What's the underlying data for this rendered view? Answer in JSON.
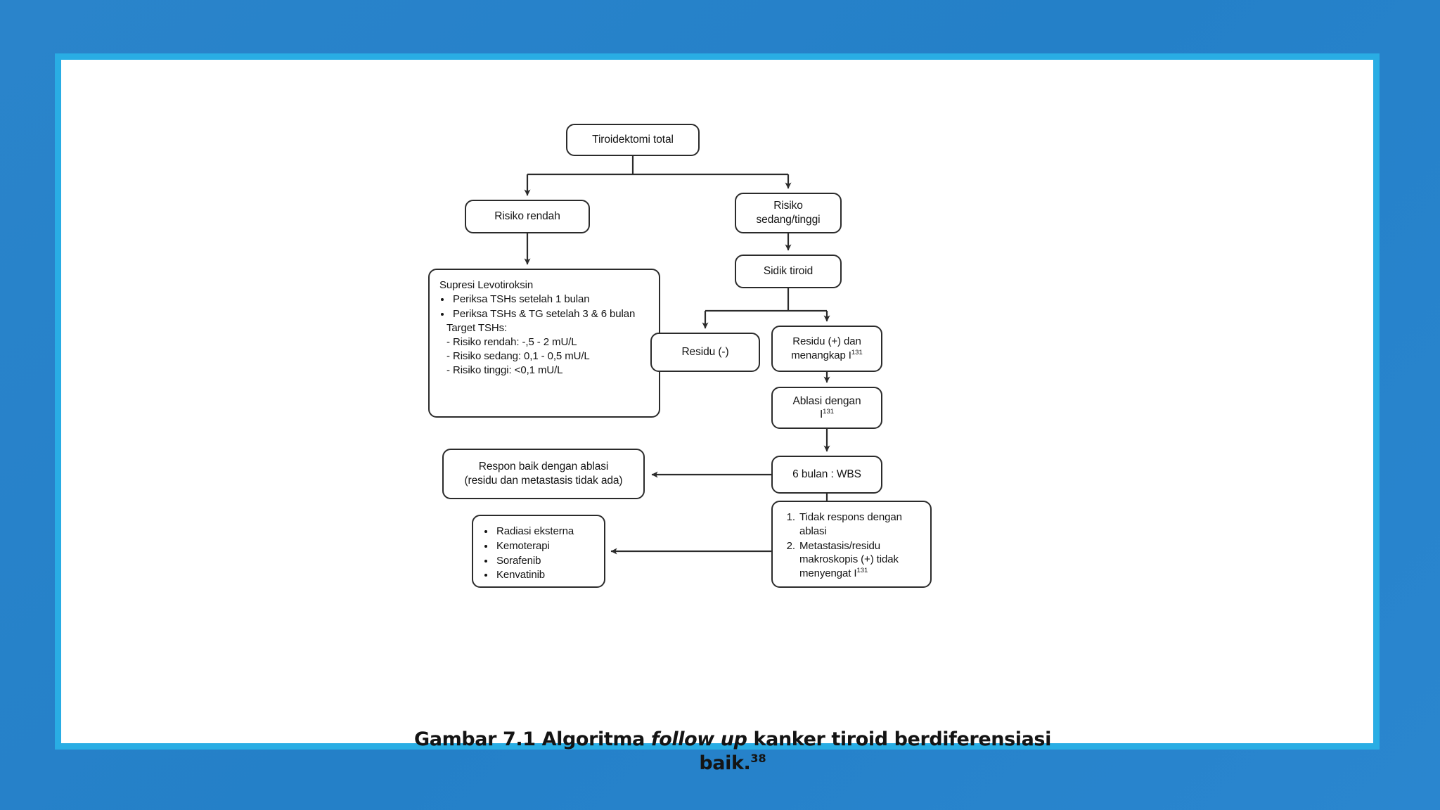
{
  "theme": {
    "outer_background": "#2480c8",
    "frame_color": "#29ade4",
    "page_color": "#ffffff",
    "stroke_color": "#2b2b2b",
    "text_color": "#141414"
  },
  "figure": {
    "caption_prefix": "Gambar 7.1 Algoritma ",
    "caption_italic": "follow up",
    "caption_suffix": " kanker tiroid berdiferensiasi baik.",
    "caption_reference": "38"
  },
  "nodes": {
    "tiroidektomi": {
      "label": "Tiroidektomi total"
    },
    "risiko_rendah": {
      "label": "Risiko rendah"
    },
    "risiko_sedang": {
      "line1": "Risiko",
      "line2": "sedang/tinggi"
    },
    "sidik_tiroid": {
      "label": "Sidik tiroid"
    },
    "supresi": {
      "title": "Supresi Levotiroksin",
      "bullets": [
        "Periksa TSHs setelah 1 bulan",
        "Periksa TSHs & TG setelah 3 & 6 bulan"
      ],
      "target_title": "Target TSHs:",
      "targets": [
        "- Risiko rendah: -,5 - 2 mU/L",
        "- Risiko sedang: 0,1 - 0,5 mU/L",
        "- Risiko tinggi: <0,1 mU/L"
      ]
    },
    "residu_neg": {
      "label": "Residu (-)"
    },
    "residu_pos": {
      "line1": "Residu (+) dan",
      "line2": "menangkap I",
      "sup": "131"
    },
    "ablasi": {
      "line1": "Ablasi dengan",
      "line2": "I",
      "sup": "131"
    },
    "wbs": {
      "label": "6 bulan : WBS"
    },
    "respon_baik": {
      "line1": "Respon baik dengan ablasi",
      "line2": "(residu dan metastasis tidak ada)"
    },
    "terapi_lanjut": {
      "items": [
        "Radiasi eksterna",
        "Kemoterapi",
        "Sorafenib",
        "Kenvatinib"
      ]
    },
    "tidak_respon": {
      "item1": "Tidak respons dengan ablasi",
      "item2_line1": "Metastasis/residu",
      "item2_line2": "makroskopis (+) tidak",
      "item2_line3": "menyengat I",
      "item2_sup": "131"
    }
  }
}
